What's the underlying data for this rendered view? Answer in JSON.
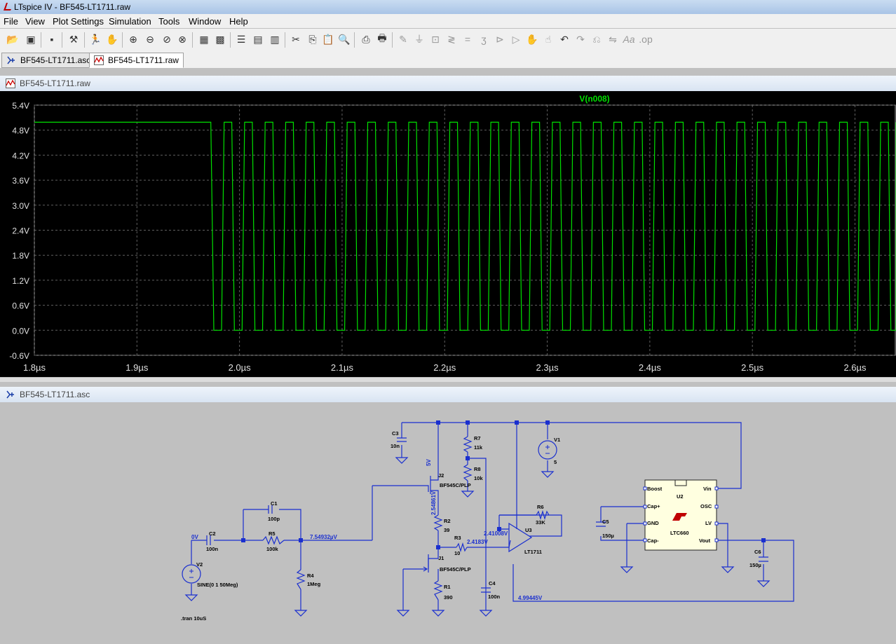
{
  "window": {
    "title": "LTspice IV - BF545-LT1711.raw"
  },
  "menu": [
    "File",
    "View",
    "Plot Settings",
    "Simulation",
    "Tools",
    "Window",
    "Help"
  ],
  "toolbar": {
    "icons": [
      "open-icon",
      "new-schematic-icon",
      "save-icon",
      "control-panel-icon",
      "run-icon",
      "halt-icon",
      "zoom-in-icon",
      "zoom-out-icon",
      "zoom-back-icon",
      "zoom-fit-icon",
      "autorange-icon",
      "tile-horizontal-icon",
      "tile-vertical-icon",
      "cascade-icon",
      "cut-icon",
      "copy-icon",
      "paste-icon",
      "find-icon",
      "print-preview-icon",
      "print-icon",
      "wire-icon",
      "ground-icon",
      "label-icon",
      "resistor-icon",
      "capacitor-icon",
      "inductor-icon",
      "diode-icon",
      "component-icon",
      "move-icon",
      "drag-icon",
      "undo-icon",
      "redo-icon",
      "rotate-icon",
      "mirror-icon",
      "text-icon",
      "spice-directive-icon"
    ]
  },
  "tabs": [
    {
      "label": "BF545-LT1711.asc"
    },
    {
      "label": "BF545-LT1711.raw"
    }
  ],
  "plot": {
    "title": "BF545-LT1711.raw",
    "trace_label": "V(n008)",
    "trace_color": "#00e000",
    "y_ticks": [
      "5.4V",
      "4.8V",
      "4.2V",
      "3.6V",
      "3.0V",
      "2.4V",
      "1.8V",
      "1.2V",
      "0.6V",
      "0.0V",
      "-0.6V"
    ],
    "x_ticks": [
      "1.8µs",
      "1.9µs",
      "2.0µs",
      "2.1µs",
      "2.2µs",
      "2.3µs",
      "2.4µs",
      "2.5µs",
      "2.6µs"
    ]
  },
  "chart_data": {
    "type": "line",
    "title": "V(n008)",
    "xlabel": "",
    "ylabel": "",
    "xlim_us": [
      1.8,
      2.64
    ],
    "ylim": [
      -0.6,
      5.4
    ],
    "grid": true,
    "series": [
      {
        "name": "V(n008)",
        "description_points": [
          [
            1.8,
            4.99
          ],
          [
            1.972,
            4.99
          ],
          [
            1.977,
            0.0
          ]
        ],
        "high": 4.99,
        "low": 0.0,
        "start_oscillation_us": 1.975,
        "period_us": 0.02
      }
    ]
  },
  "schematic": {
    "title": "BF545-LT1711.asc",
    "labels": {
      "c3": "C3",
      "c3v": "10n",
      "r7": "R7",
      "r7v": "11k",
      "r8": "R8",
      "r8v": "10k",
      "v1": "V1",
      "v1v": "5",
      "j2": "J2",
      "j2m": "BF545C/PLP",
      "v5": "5V",
      "c1": "C1",
      "c1v": "100p",
      "r2": "R2",
      "r2v": "39",
      "n2548": "2.54861V",
      "r6": "R6",
      "r6v": "33K",
      "u3": "U3",
      "u3m": "LT1711",
      "u2": "U2",
      "u2m": "LTC660",
      "boost": "Boost",
      "vin": "Vin",
      "capp": "Cap+",
      "osc": "OSC",
      "gnd": "GND",
      "lv": "LV",
      "capm": "Cap-",
      "vout": "Vout",
      "c5": "C5",
      "c5v": "150µ",
      "c6": "C6",
      "c6v": "150µ",
      "n0v": "0V",
      "c2": "C2",
      "c2v": "100n",
      "r5": "R5",
      "r5v": "100k",
      "n754": "7.54932µV",
      "r3": "R3",
      "r3v": "10",
      "n2418": "2.4183V",
      "n2410": "2.41008V",
      "j1": "J1",
      "j1m": "BF545C/PLP",
      "v2": "V2",
      "v2m": "SINE(0 1 50Meg)",
      "r4": "R4",
      "r4v": "1Meg",
      "r1": "R1",
      "r1v": "390",
      "c4": "C4",
      "c4v": "100n",
      "n499": "4.99445V",
      "tran": ".tran 10uS"
    }
  }
}
